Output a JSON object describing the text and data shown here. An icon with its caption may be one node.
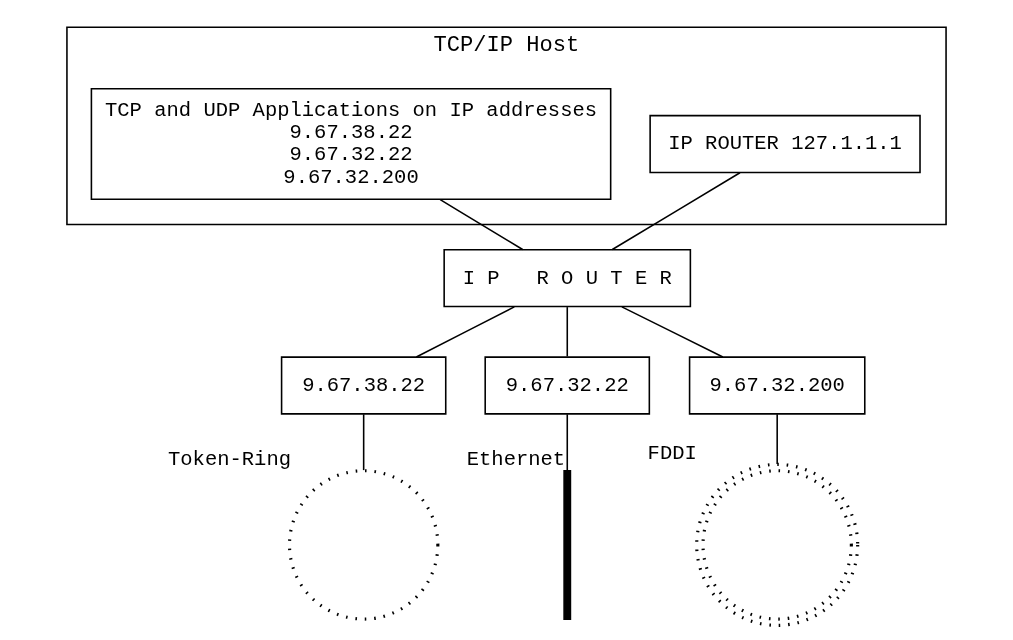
{
  "diagram": {
    "nodes": [
      {
        "text": [
          "TCP/IP Host"
        ]
      },
      {
        "text": [
          "IP ROUTER 127.1.1.1"
        ],
        "in": 0
      },
      {
        "text": [
          "TCP and UDP Applications on IP addresses",
          "9.67.38.22",
          "9.67.32.22",
          "9.67.32.200"
        ],
        "in": 0
      },
      {
        "text": [
          "I P   R O U T E R"
        ]
      },
      {
        "text": [
          "9.67.38.22"
        ]
      },
      {
        "text": [
          "9.67.32.22"
        ]
      },
      {
        "text": [
          "9.67.32.200"
        ]
      },
      {
        "text": [],
        "shape": "circle",
        "beside": [
          "Token-Ring"
        ]
      },
      {
        "text": [],
        "shape": "bar",
        "beside": [
          "Ethernet"
        ]
      },
      {
        "text": [],
        "shape": "circle",
        "beside": [
          "FDDI"
        ]
      }
    ],
    "edges": [
      {
        "from": 1,
        "to": 3,
        "arrow": "none"
      },
      {
        "from": 2,
        "to": 3,
        "arrow": "none"
      },
      {
        "from": 3,
        "to": 4,
        "arrow": "none"
      },
      {
        "from": 3,
        "to": 5,
        "arrow": "none"
      },
      {
        "from": 3,
        "to": 6,
        "arrow": "none"
      },
      {
        "from": 4,
        "to": 7,
        "arrow": "none"
      },
      {
        "from": 5,
        "to": 8,
        "arrow": "none"
      },
      {
        "from": 6,
        "to": 9,
        "arrow": "none"
      }
    ]
  }
}
